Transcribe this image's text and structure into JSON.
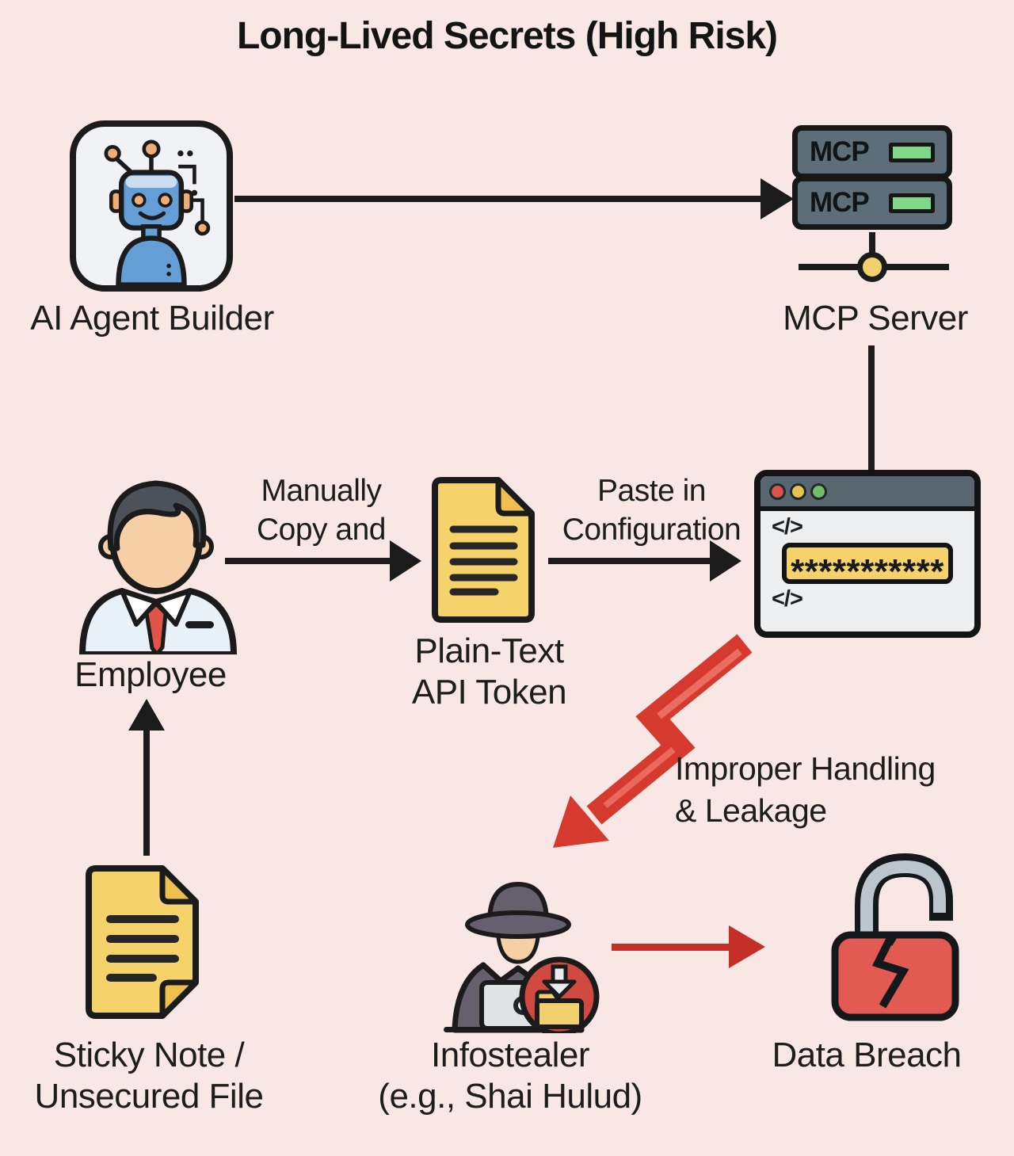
{
  "title": "Long-Lived Secrets (High Risk)",
  "colors": {
    "background": "#f9e7e5",
    "line_black": "#1b1b1b",
    "doc_yellow": "#f5d26a",
    "server_gray": "#5c6e79",
    "indicator_green": "#7fd887",
    "danger_red": "#c52f27",
    "bolt_red": "#d63a2e",
    "padlock_red": "#e25a52"
  },
  "nodes": {
    "ai_agent": {
      "label": "AI Agent Builder"
    },
    "mcp_server": {
      "label": "MCP Server",
      "unit_label": "MCP"
    },
    "employee": {
      "label": "Employee"
    },
    "api_token": {
      "label_line1": "Plain-Text",
      "label_line2": "API Token"
    },
    "config_window": {
      "code_glyph": "</>",
      "password_mask": "***********"
    },
    "sticky_note": {
      "label_line1": "Sticky Note /",
      "label_line2": "Unsecured File"
    },
    "infostealer": {
      "label_line1": "Infostealer",
      "label_line2": "(e.g., Shai Hulud)"
    },
    "data_breach": {
      "label": "Data Breach"
    }
  },
  "edges": {
    "copy": {
      "label_line1": "Manually",
      "label_line2": "Copy and"
    },
    "paste": {
      "label_line1": "Paste in",
      "label_line2": "Configuration"
    },
    "leak": {
      "label_line1": "Improper Handling",
      "label_line2": "& Leakage"
    }
  }
}
